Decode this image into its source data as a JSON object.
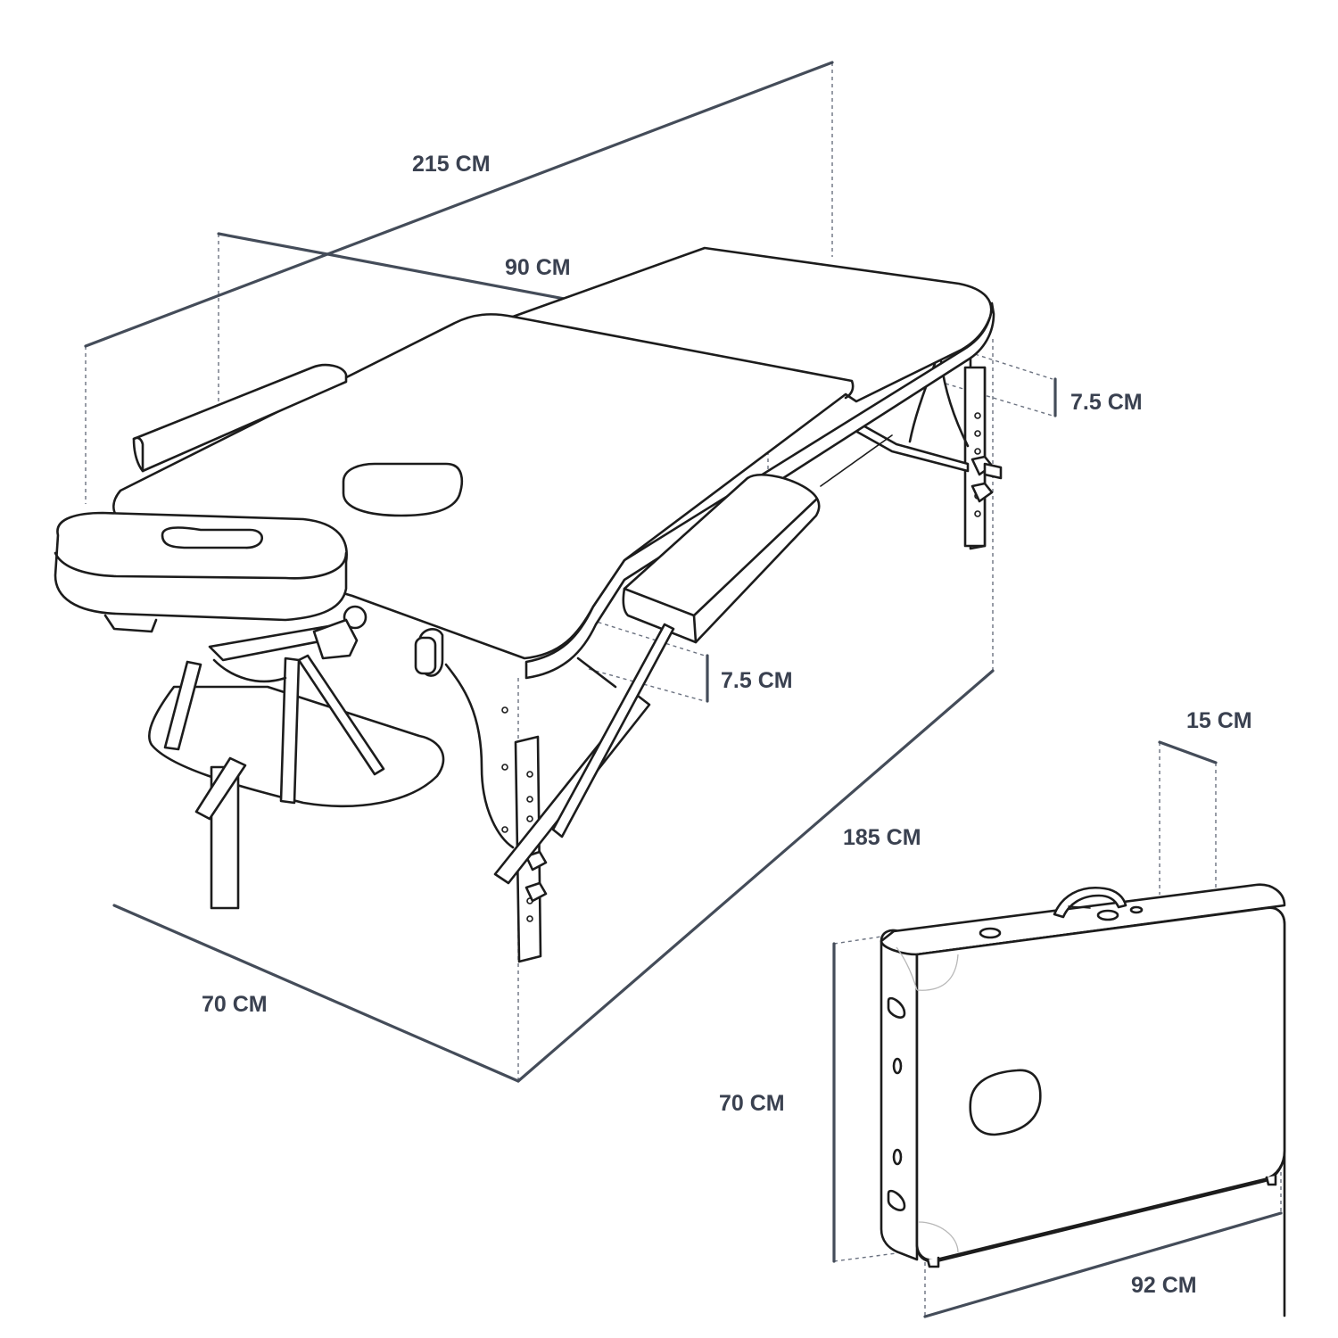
{
  "dimensions": {
    "total_length": "215 CM",
    "table_width": "90 CM",
    "cushion_top": "7.5 CM",
    "cushion_front": "7.5 CM",
    "table_length": "185 CM",
    "table_height": "70 CM",
    "folded_thickness": "15 CM",
    "folded_height": "70 CM",
    "folded_length": "92 CM"
  },
  "colors": {
    "dimension_text": "#3a4150",
    "dimension_line": "#444c59",
    "outline": "#1c1c1c"
  }
}
